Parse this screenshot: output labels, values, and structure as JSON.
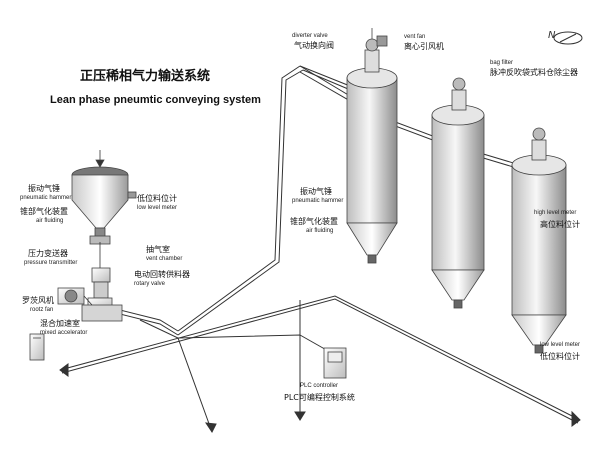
{
  "title": {
    "zh": "正压稀相气力输送系统",
    "en": "Lean phase pneumtic conveying system"
  },
  "compass": "N",
  "labels": {
    "diverter_valve": {
      "en": "diverter valve",
      "zh": "气动换向阀"
    },
    "vent_fan": {
      "en": "vent fan",
      "zh": "离心引风机"
    },
    "bag_filter": {
      "en": "bag filter",
      "zh": "脉冲反吹袋式料仓除尘器"
    },
    "pneumatic_hammer_left": {
      "zh": "振动气锤",
      "en": "pneumatic hammer"
    },
    "air_fluiding_left": {
      "zh": "锥部气化装置",
      "en": "air fluiding"
    },
    "low_level_left": {
      "zh": "低位料位计",
      "en": "low level meter"
    },
    "pressure_transmitter": {
      "zh": "压力变送器",
      "en": "pressure transmitter"
    },
    "vent_chamber": {
      "zh": "抽气室",
      "en": "vent chamber"
    },
    "rotary_valve": {
      "zh": "电动回转供料器",
      "en": "rotary valve"
    },
    "rootz_fan": {
      "zh": "罗茨风机",
      "en": "rootz fan"
    },
    "mixed_accelerator": {
      "zh": "混合加速室",
      "en": "mixed accelerator"
    },
    "pneumatic_hammer_silo": {
      "zh": "振动气锤",
      "en": "pneumatic hammer"
    },
    "air_fluiding_silo": {
      "zh": "锥部气化装置",
      "en": "air fluiding"
    },
    "high_level_meter": {
      "en": "high level meter",
      "zh": "高位料位计"
    },
    "low_level_meter_right": {
      "en": "low level meter",
      "zh": "低位料位计"
    },
    "plc": {
      "en": "PLC controller",
      "zh": "PLC可编程控制系统"
    }
  },
  "colors": {
    "line": "#333333",
    "pipe": "#ffffff",
    "silo_light": "#f4f4f4",
    "silo_dark": "#8a8a8a"
  }
}
